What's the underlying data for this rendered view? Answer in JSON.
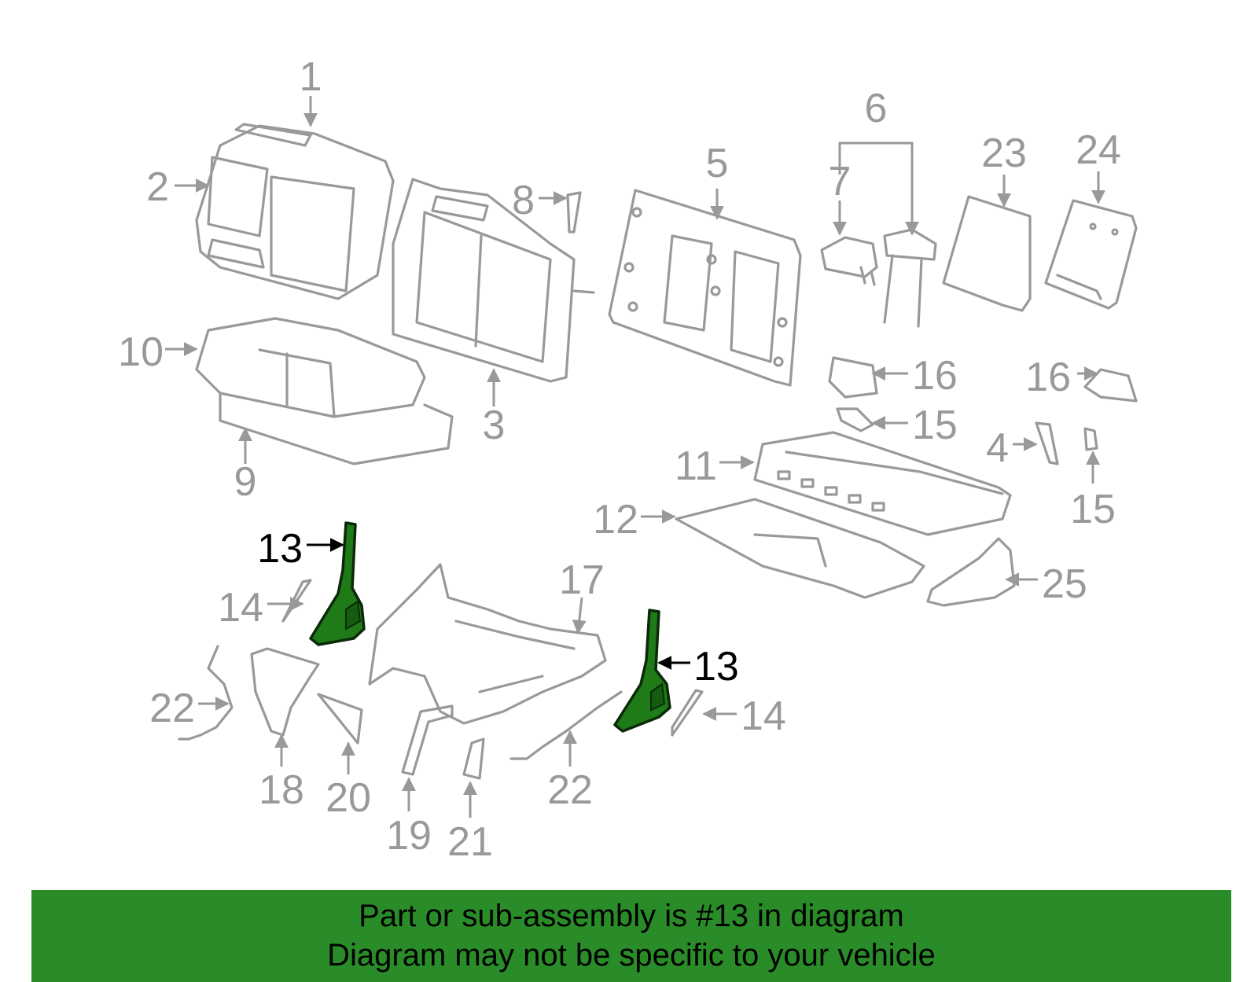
{
  "callouts": {
    "c1": "1",
    "c2": "2",
    "c3": "3",
    "c4": "4",
    "c5": "5",
    "c6": "6",
    "c7": "7",
    "c8": "8",
    "c9": "9",
    "c10": "10",
    "c11": "11",
    "c12": "12",
    "c13a": "13",
    "c13b": "13",
    "c14a": "14",
    "c14b": "14",
    "c15a": "15",
    "c15b": "15",
    "c16a": "16",
    "c16b": "16",
    "c17": "17",
    "c18": "18",
    "c19": "19",
    "c20": "20",
    "c21": "21",
    "c22a": "22",
    "c22b": "22",
    "c23": "23",
    "c24": "24",
    "c25": "25"
  },
  "banner": {
    "line1": "Part or sub-assembly is #13 in diagram",
    "line2": "Diagram may not be specific to your vehicle"
  },
  "colors": {
    "highlight_fill": "#1f7a18",
    "banner_bg": "#2a8c28",
    "part_outline": "#999999"
  }
}
